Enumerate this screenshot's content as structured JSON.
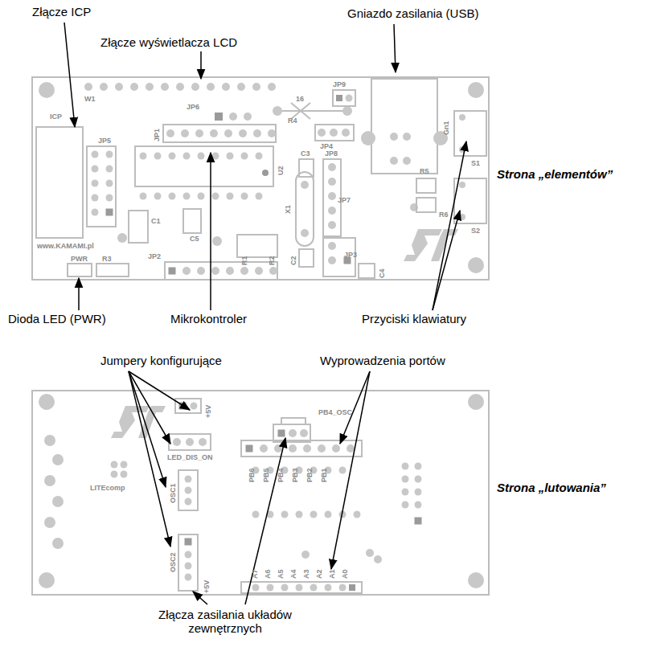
{
  "diagram": {
    "labels": [
      "Złącze ICP",
      "Złącze wyświetlacza LCD",
      "Gniazdo zasilania (USB)",
      "Strona „elementów”",
      "Dioda LED (PWR)",
      "Mikrokontroler",
      "Przyciski klawiatury",
      "Jumpery konfigurujące",
      "Wyprowadzenia portów",
      "Strona „lutowania”",
      "Złącza zasilania układów zewnętrznych",
      "ICP",
      "W1",
      "JP6",
      "JP1",
      "JP5",
      "C1",
      "C5",
      "R1",
      "R2",
      "JP2",
      "PWR",
      "R3",
      "www.KAMAMI.pl",
      "16",
      "R4",
      "JP9",
      "JP4",
      "C3",
      "JP8",
      "U2",
      "X1",
      "JP7",
      "C2",
      "JP3",
      "C4",
      "Gn1",
      "S1",
      "R5",
      "R6",
      "S2",
      "LITEcomp",
      "LED_DIS_ON",
      "OSC1",
      "OSC2",
      "PB4_OSC",
      "+5V",
      "PB6",
      "PB5",
      "PB4",
      "PB3",
      "PB2",
      "PB1",
      "A7",
      "A6",
      "A5",
      "A4",
      "A3",
      "A2",
      "A1",
      "A0",
      "+5V"
    ]
  }
}
